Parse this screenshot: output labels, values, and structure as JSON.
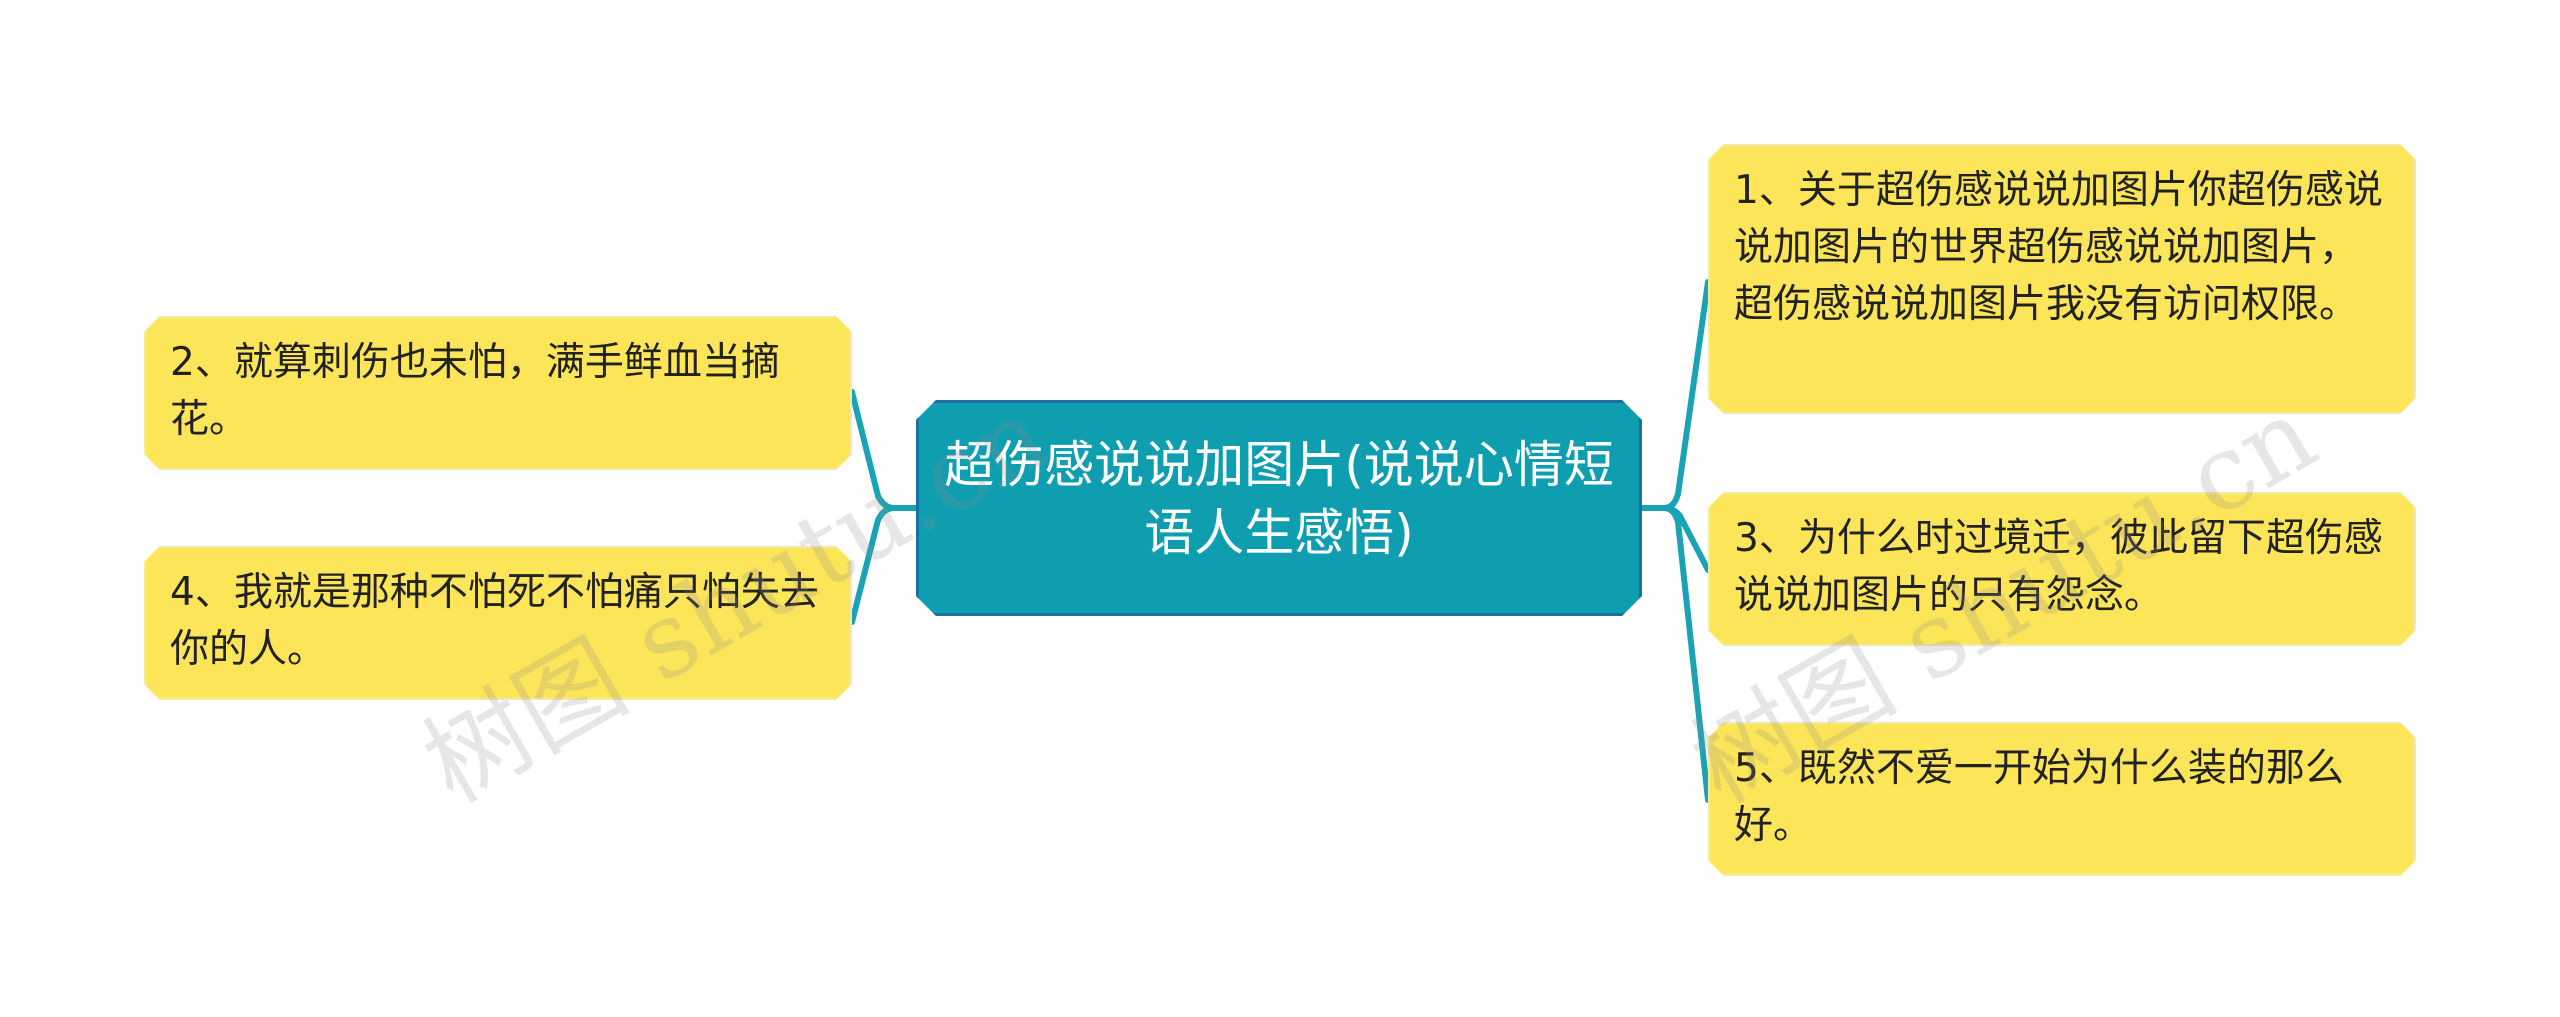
{
  "mindmap": {
    "center": {
      "text": "超伤感说说加图片(说说心情短语人生感悟)"
    },
    "left_nodes": [
      {
        "text": "2、就算刺伤也未怕，满手鲜血当摘花。"
      },
      {
        "text": "4、我就是那种不怕死不怕痛只怕失去你的人。"
      }
    ],
    "right_nodes": [
      {
        "text": "1、关于超伤感说说加图片你超伤感说说加图片的世界超伤感说说加图片，超伤感说说加图片我没有访问权限。"
      },
      {
        "text": "3、为什么时过境迁，彼此留下超伤感说说加图片的只有怨念。"
      },
      {
        "text": "5、既然不爱一开始为什么装的那么好。"
      }
    ]
  },
  "watermarks": [
    {
      "text": "树图 shutu.cn"
    },
    {
      "text": "树图 shutu.cn"
    }
  ],
  "colors": {
    "center_fill": "#0f9eb0",
    "center_border": "#1d6ea3",
    "node_fill": "#fde55a",
    "connector": "#1aa3b5"
  }
}
